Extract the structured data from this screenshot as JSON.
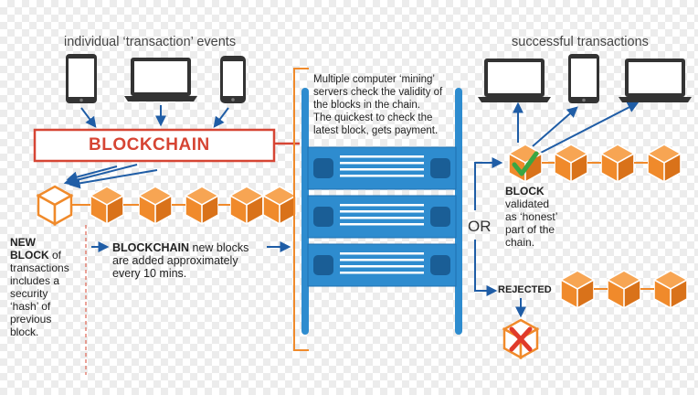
{
  "colors": {
    "block_orange": "#f08a2b",
    "block_dark": "#d9721a",
    "block_light": "#f7a553",
    "server_blue": "#2e8ccf",
    "arrow_blue": "#1f5da6",
    "chain_red": "#d64534",
    "check_green": "#3aa643",
    "x_red": "#e03a2a",
    "device_dark": "#333333",
    "bracket_orange": "#f08a2b"
  },
  "left": {
    "events_heading": "individual ‘transaction’ events",
    "blockchain_label": "BLOCKCHAIN",
    "new_block_prefix": "NEW BLOCK",
    "new_block_lines": [
      "NEW",
      "BLOCK of",
      "transactions",
      "includes a",
      "security",
      "‘hash’ of",
      "previous",
      "block."
    ],
    "blockchain_note_bold": "BLOCKCHAIN",
    "blockchain_note_rest": " new blocks",
    "blockchain_note_lines": [
      "are added approximately",
      "every 10 mins."
    ]
  },
  "middle": {
    "mining_lines": [
      "Multiple computer ‘mining’",
      "servers check the validity of",
      "the blocks in the chain.",
      "The quickest to check the",
      "latest block, gets payment."
    ]
  },
  "right": {
    "success_heading": "successful transactions",
    "or_label": "OR",
    "validated_lines": [
      "BLOCK",
      "validated",
      "as ‘honest’",
      "part of the",
      "chain."
    ],
    "rejected_label": "REJECTED"
  },
  "icons": {
    "tablet": "tablet-icon",
    "laptop": "laptop-icon",
    "phone": "smartphone-icon",
    "server": "server-icon",
    "block": "cube-icon",
    "check": "checkmark-icon",
    "cross": "cross-icon"
  }
}
